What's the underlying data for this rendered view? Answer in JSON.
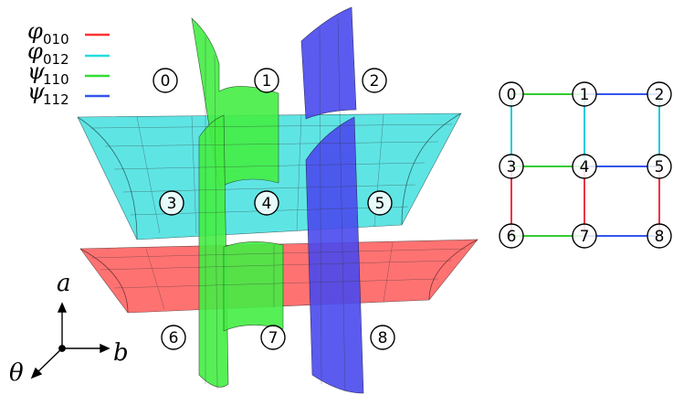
{
  "legend": {
    "items": [
      {
        "symbol": "φ",
        "sub": "010",
        "color": "#ff3333"
      },
      {
        "symbol": "φ",
        "sub": "012",
        "color": "#22dddd"
      },
      {
        "symbol": "ψ",
        "sub": "110",
        "color": "#33dd33"
      },
      {
        "symbol": "ψ",
        "sub": "112",
        "color": "#3355ee"
      }
    ]
  },
  "surfaces": {
    "phi010_color": "#ff5a5a",
    "phi012_color": "#44e0e0",
    "psi110_color": "#44ee44",
    "psi112_color": "#4a4aee"
  },
  "region_labels": [
    "0",
    "1",
    "2",
    "3",
    "4",
    "5",
    "6",
    "7",
    "8"
  ],
  "axes": {
    "a_label": "a",
    "b_label": "b",
    "theta_label": "θ"
  },
  "graph": {
    "nodes": [
      "0",
      "1",
      "2",
      "3",
      "4",
      "5",
      "6",
      "7",
      "8"
    ],
    "edge_colors": {
      "green": "#33cc33",
      "blue": "#3355ee",
      "cyan": "#22ccdd",
      "red": "#ee3344"
    }
  }
}
